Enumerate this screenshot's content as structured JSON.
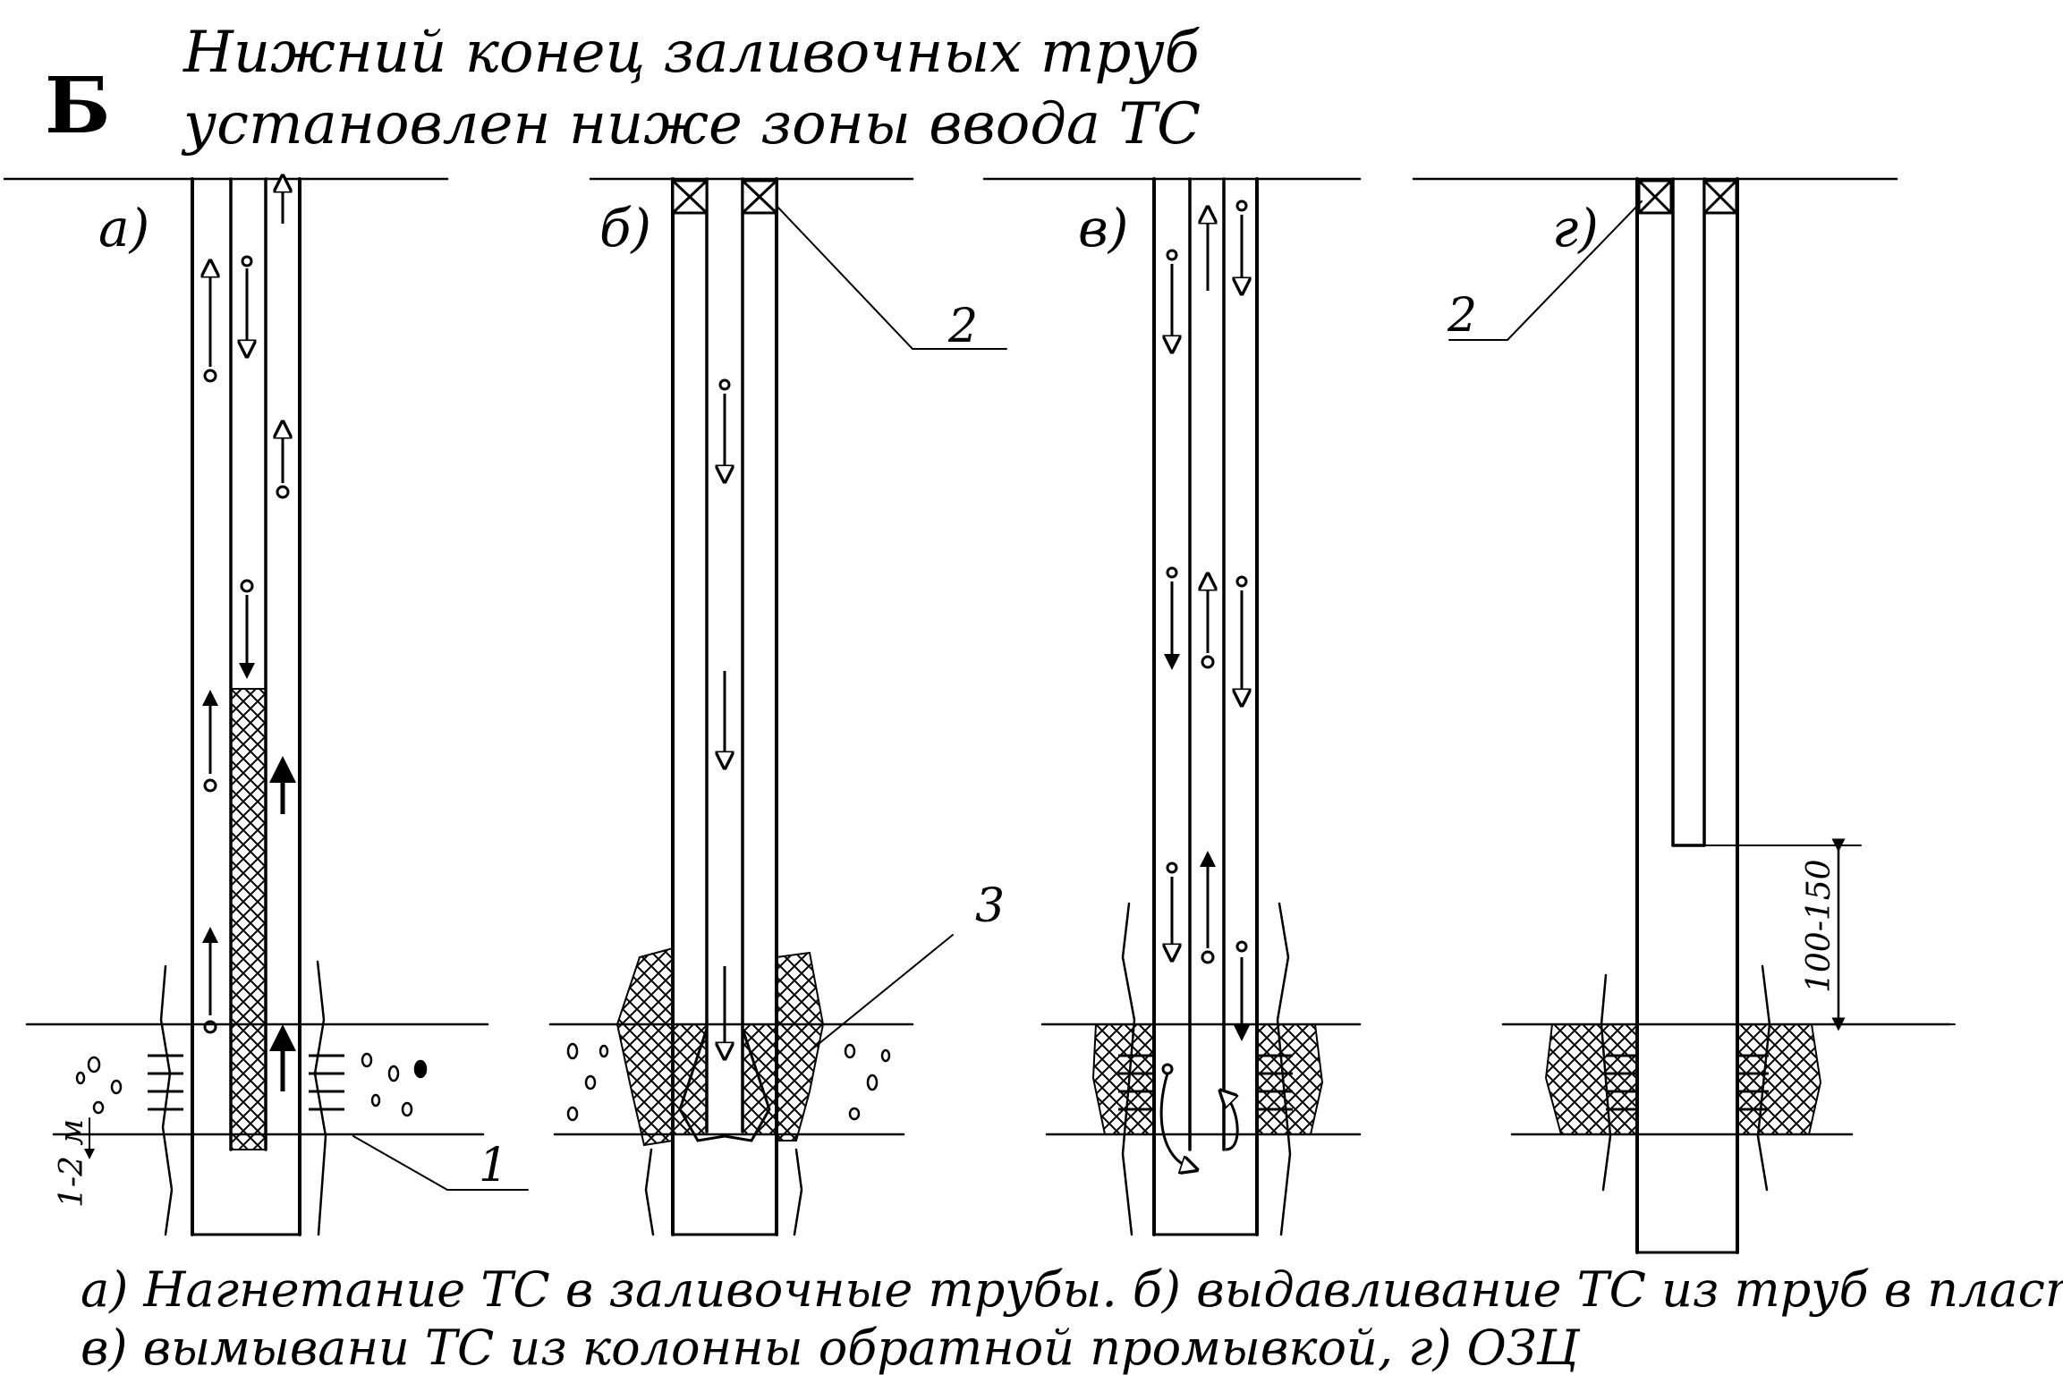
{
  "header": {
    "letter": "Б",
    "line1": "Нижний конец заливочных труб",
    "line2": "установлен ниже зоны ввода ТС"
  },
  "panels": [
    {
      "label": "а)"
    },
    {
      "label": "б)"
    },
    {
      "label": "в)"
    },
    {
      "label": "г)"
    }
  ],
  "callouts": {
    "n1": "1",
    "n2_b": "2",
    "n2_g": "2",
    "n3": "3"
  },
  "dimensions": {
    "a_depth": "1-2 м",
    "g_gap": "100-150"
  },
  "caption": {
    "line1": "а) Нагнетание ТС в заливочные трубы. б) выдавливание ТС из труб в пласт",
    "line2": "в) вымывани ТС из колонны обратной промывкой, г) ОЗЦ"
  },
  "colors": {
    "ink": "#000000",
    "paper": "#ffffff"
  }
}
